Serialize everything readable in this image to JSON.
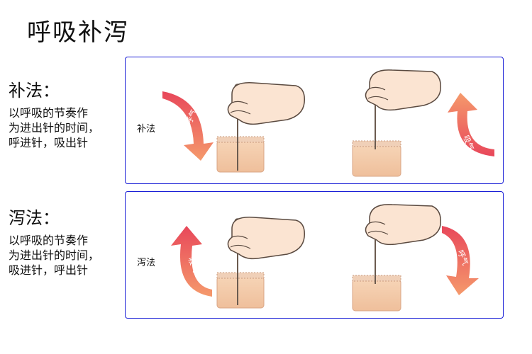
{
  "title": "呼吸补泻",
  "sections": [
    {
      "heading": "补法：",
      "description": [
        "以呼吸的节奏作",
        "为进出针的时间，",
        "呼进针，吸出针"
      ],
      "panel_label": "补法",
      "arrow_left_label": "呼气",
      "arrow_right_label": "吸气"
    },
    {
      "heading": "泻法：",
      "description": [
        "以呼吸的节奏作",
        "为进出针的时间，",
        "吸进针，呼出针"
      ],
      "panel_label": "泻法",
      "arrow_left_label": "吸气",
      "arrow_right_label": "呼气"
    }
  ],
  "colors": {
    "panel_border": "#1a1fd6",
    "arrow_red": "#e8475a",
    "arrow_orange": "#f59a6c",
    "skin": "#f3c9a6",
    "hand_outline": "#5a4a40"
  }
}
